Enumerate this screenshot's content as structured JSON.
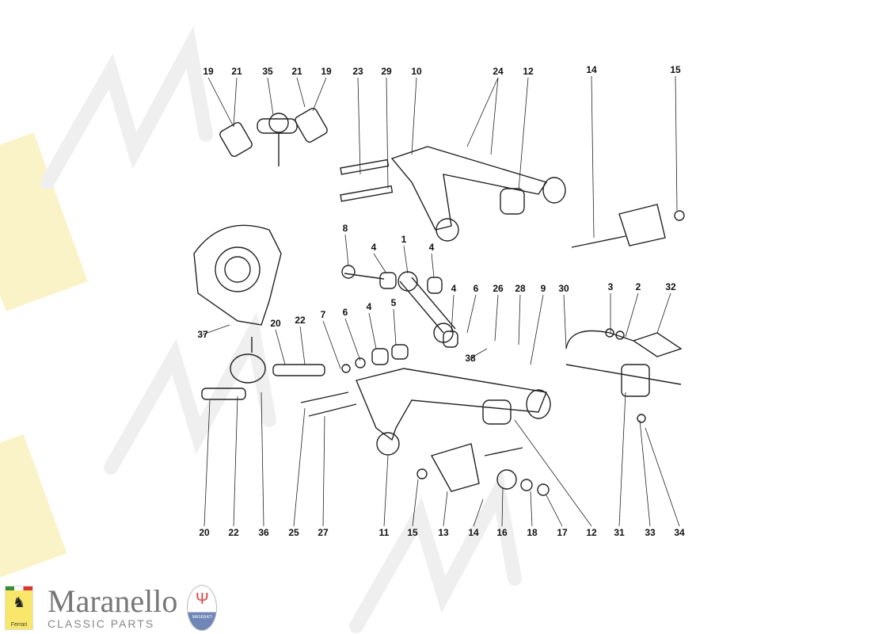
{
  "watermark": {
    "brand": "Maranello",
    "sub": "CLASSIC PARTS"
  },
  "logo": {
    "brand": "Maranello",
    "sub": "CLASSIC PARTS",
    "ferrari_text": "Ferrari",
    "maserati_text": "MASERATI"
  },
  "labels": [
    "19",
    "21",
    "35",
    "21",
    "19",
    "23",
    "29",
    "10",
    "24",
    "12",
    "14",
    "15",
    "8",
    "4",
    "1",
    "4",
    "4",
    "6",
    "26",
    "28",
    "9",
    "30",
    "3",
    "2",
    "32",
    "37",
    "20",
    "22",
    "7",
    "6",
    "4",
    "5",
    "38",
    "20",
    "22",
    "36",
    "25",
    "27",
    "11",
    "15",
    "13",
    "14",
    "16",
    "18",
    "17",
    "12",
    "31",
    "33",
    "34"
  ]
}
